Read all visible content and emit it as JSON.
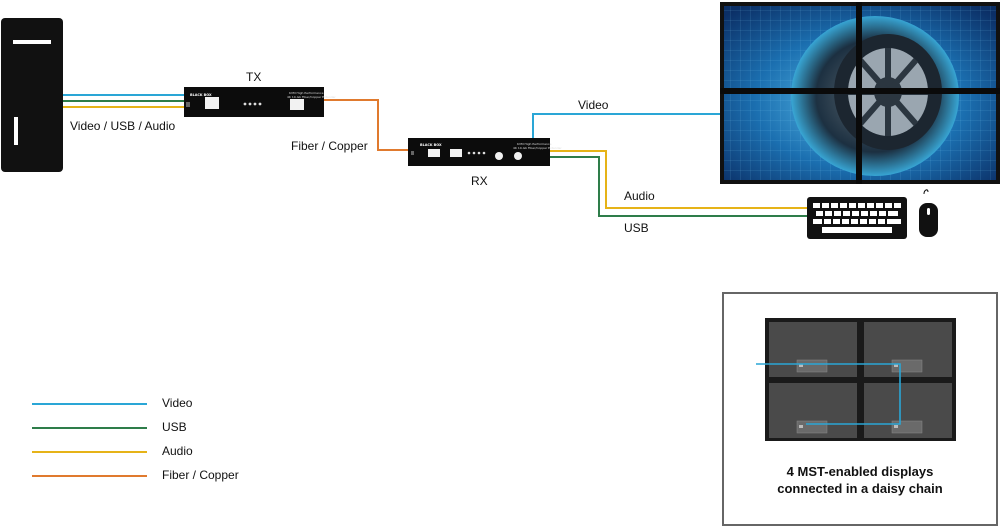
{
  "colors": {
    "video": "#2aa6d6",
    "usb": "#2e7d4a",
    "audio": "#e6b318",
    "fiber": "#e07a2e"
  },
  "devices": {
    "tx_label": "TX",
    "rx_label": "RX",
    "brand_text": "BLACK BOX",
    "model_text_1": "KVM High Performance",
    "model_text_2": "4K 10-Gb Fiber/Copper Extender"
  },
  "links": {
    "pc_link": "Video / USB / Audio",
    "fiber_link": "Fiber / Copper",
    "video_out": "Video",
    "audio_out": "Audio",
    "usb_out": "USB"
  },
  "legend": {
    "items": [
      {
        "label": "Video",
        "color": "#2aa6d6"
      },
      {
        "label": "USB",
        "color": "#2e7d4a"
      },
      {
        "label": "Audio",
        "color": "#e6b318"
      },
      {
        "label": "Fiber / Copper",
        "color": "#e07a2e"
      }
    ]
  },
  "inset": {
    "caption_line1": "4 MST-enabled displays",
    "caption_line2": "connected in a daisy chain"
  }
}
